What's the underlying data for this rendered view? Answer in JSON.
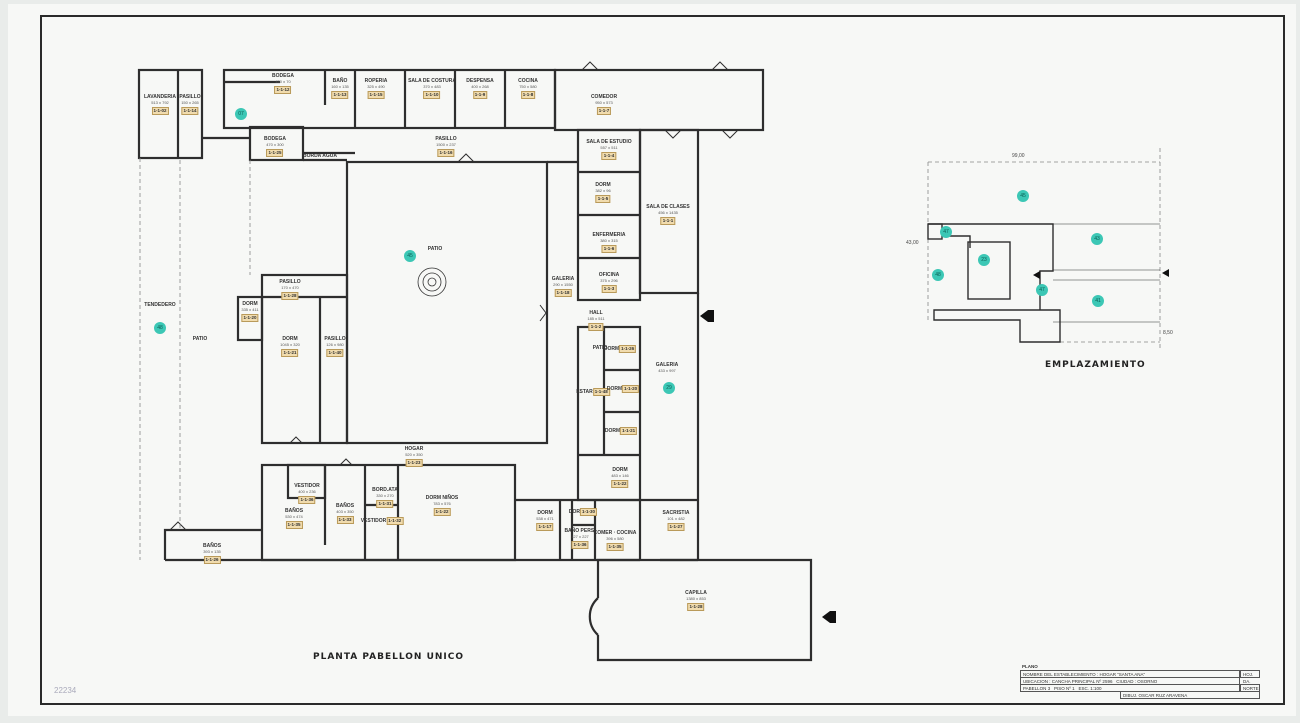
{
  "plan_title": "PLANTA PABELLON UNICO",
  "site_title": "EMPLAZAMIENTO",
  "site_dims": {
    "width": "99,00",
    "height": "43,00",
    "offset": "8,50"
  },
  "rooms": [
    {
      "name": "LAVANDERIA",
      "dim": "513 x 792",
      "code": "1-1-02"
    },
    {
      "name": "PASILLO",
      "dim": "150 x 265",
      "code": "1-1-14"
    },
    {
      "name": "BODEGA",
      "dim": "450 x 70",
      "code": "1-1-12"
    },
    {
      "name": "BAÑO",
      "dim": "160 x 135",
      "code": "1-1-13"
    },
    {
      "name": "ROPERIA",
      "dim": "325 x 490",
      "code": "1-1-15"
    },
    {
      "name": "SALA DE COSTURA",
      "dim": "370 x 483",
      "code": "1-1-10"
    },
    {
      "name": "DESPENSA",
      "dim": "400 x 268",
      "code": "1-1-9"
    },
    {
      "name": "COCINA",
      "dim": "750 x 580",
      "code": "1-1-8"
    },
    {
      "name": "COMEDOR",
      "dim": "950 x 573",
      "code": "1-1-7"
    },
    {
      "name": "BODEGA",
      "dim": "470 x 300",
      "code": "1-1-25"
    },
    {
      "name": "BORDA AGUA",
      "dim": "",
      "code": ""
    },
    {
      "name": "PASILLO",
      "dim": "1500 x 237",
      "code": "1-1-16"
    },
    {
      "name": "SALA DE ESTUDIO",
      "dim": "557 x 511",
      "code": "1-1-4"
    },
    {
      "name": "DORM",
      "dim": "382 x 96",
      "code": "1-1-5"
    },
    {
      "name": "ENFERMERIA",
      "dim": "380 x 315",
      "code": "1-1-6"
    },
    {
      "name": "OFICINA",
      "dim": "375 x 296",
      "code": "1-1-3"
    },
    {
      "name": "SALA DE CLASES",
      "dim": "456 x 1435",
      "code": "1-1-1"
    },
    {
      "name": "PATIO",
      "dim": "",
      "code": ""
    },
    {
      "name": "GALERIA",
      "dim": "290 x 1550",
      "code": "1-1-18"
    },
    {
      "name": "HALL",
      "dim": "185 x 511",
      "code": "1-1-2"
    },
    {
      "name": "TENDEDERO",
      "dim": "",
      "code": ""
    },
    {
      "name": "PATIO",
      "dim": "",
      "code": ""
    },
    {
      "name": "DORM",
      "dim": "335 x 411",
      "code": "1-1-20"
    },
    {
      "name": "PASILLO",
      "dim": "170 x 470",
      "code": "1-1-28"
    },
    {
      "name": "DORM",
      "dim": "1045 x 320",
      "code": "1-1-21"
    },
    {
      "name": "PASILLO",
      "dim": "126 x 980",
      "code": "1-1-40"
    },
    {
      "name": "PATIO",
      "dim": "",
      "code": ""
    },
    {
      "name": "DORM",
      "dim": "",
      "code": "1-1-26"
    },
    {
      "name": "ESTAR",
      "dim": "",
      "code": "1-1-48"
    },
    {
      "name": "DORM",
      "dim": "",
      "code": "1-1-20"
    },
    {
      "name": "DORM",
      "dim": "",
      "code": "1-1-21"
    },
    {
      "name": "DORM",
      "dim": "483 x 146",
      "code": "1-1-22"
    },
    {
      "name": "GALERIA",
      "dim": "433 x 997",
      "code": ""
    },
    {
      "name": "HOGAR",
      "dim": "520 x 350",
      "code": "1-1-23"
    },
    {
      "name": "VESTIDOR",
      "dim": "400 x 236",
      "code": "1-1-36"
    },
    {
      "name": "BAÑOS",
      "dim": "530 x 474",
      "code": "1-1-35"
    },
    {
      "name": "BAÑOS",
      "dim": "403 x 350",
      "code": "1-1-33"
    },
    {
      "name": "BORD.ATA",
      "dim": "330 x 270",
      "code": "1-1-31"
    },
    {
      "name": "VESTIDOR",
      "dim": "",
      "code": "1-1-32"
    },
    {
      "name": "DORM NIÑOS",
      "dim": "783 x 576",
      "code": "1-1-22"
    },
    {
      "name": "BAÑOS",
      "dim": "393 x 135",
      "code": "1-1-26"
    },
    {
      "name": "DORM",
      "dim": "538 x 471",
      "code": "1-1-17"
    },
    {
      "name": "DOR",
      "dim": "",
      "code": "1-1-30"
    },
    {
      "name": "BAÑO PERS.",
      "dim": "127 x 227",
      "code": "1-1-36"
    },
    {
      "name": "COMER · COCINA",
      "dim": "396 x 580",
      "code": "1-1-35"
    },
    {
      "name": "SACRISTIA",
      "dim": "101 x 482",
      "code": "1-1-27"
    },
    {
      "name": "CAPILLA",
      "dim": "1380 x 853",
      "code": "1-1-28"
    }
  ],
  "markers": [
    "07",
    "45",
    "48",
    "29",
    "45",
    "43",
    "23",
    "47",
    "41",
    "47",
    "48"
  ],
  "title_block": {
    "heading": "PLANO",
    "row1_label": "NOMBRE DEL ESTABLECIMIENTO",
    "row1_value": "HOGAR \"SANTA ANA\"",
    "row2_label": "UBICACION",
    "row2_value": "CANCHA PRINCIPAL Nº 2596",
    "row2_city_label": "CIUDAD",
    "row2_city": "OSORNO",
    "row3_label": "PABELLON",
    "row3_value": "3",
    "row3_floor_label": "PISO Nº",
    "row3_floor": "1",
    "row3_scale_label": "ESC.",
    "row3_scale": "1:100",
    "row4_label": "DIBUJ.",
    "row4_value": "OSCAR RUZ ARAVENA",
    "sheet_no": "HOJ. DA.",
    "north": "NORTE"
  },
  "stamp": "22234"
}
